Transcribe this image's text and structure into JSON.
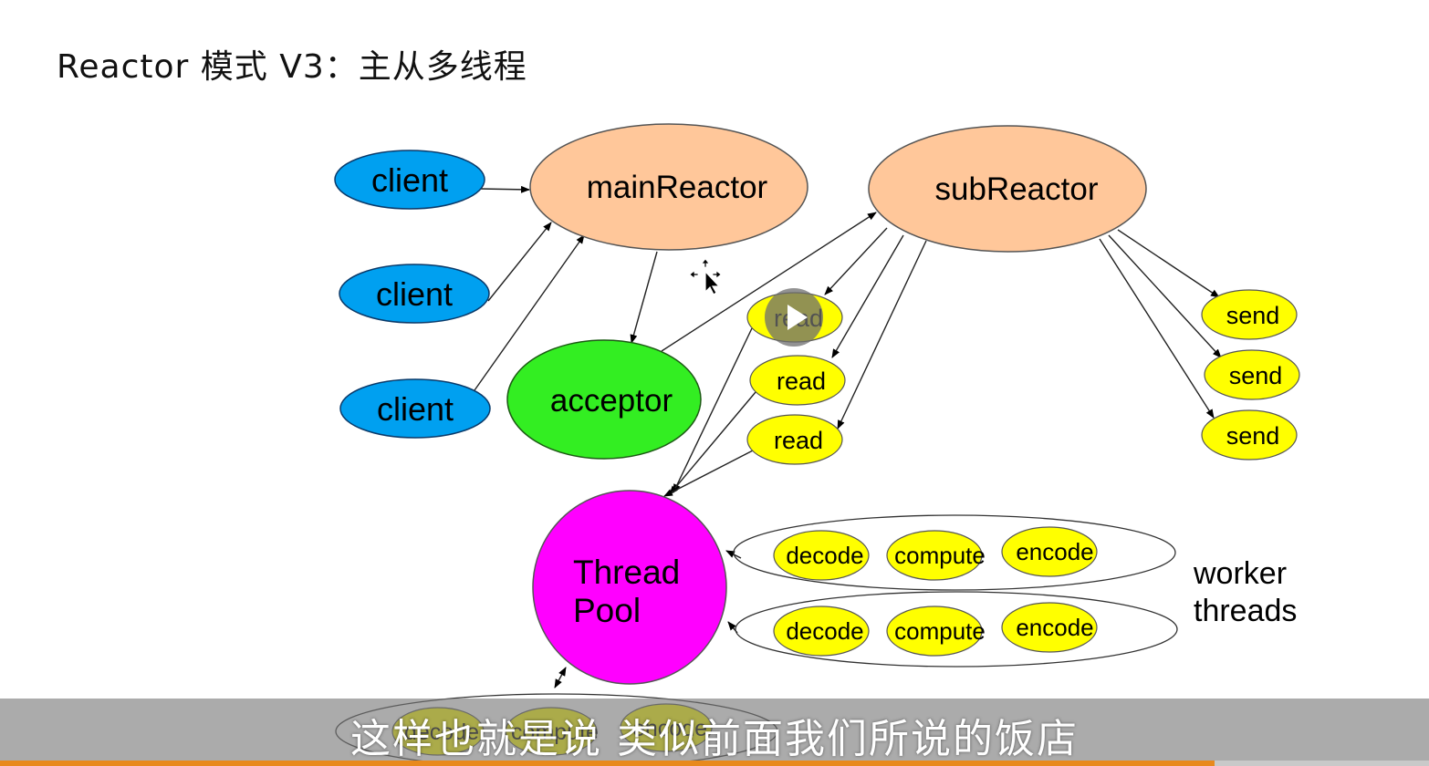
{
  "title": "Reactor 模式 V3：主从多线程",
  "nodes": {
    "client_1": "client",
    "client_2": "client",
    "client_3": "client",
    "main_reactor": "mainReactor",
    "sub_reactor": "subReactor",
    "acceptor": "acceptor",
    "read_1": "read",
    "read_2": "read",
    "read_3": "read",
    "send_1": "send",
    "send_2": "send",
    "send_3": "send",
    "thread_pool_line1": "Thread",
    "thread_pool_line2": "Pool",
    "worker_threads_line1": "worker",
    "worker_threads_line2": "threads",
    "group_1": [
      "decode",
      "compute",
      "encode"
    ],
    "group_2": [
      "decode",
      "compute",
      "encode"
    ],
    "group_3": [
      "decode",
      "compute",
      "encode"
    ]
  },
  "colors": {
    "client": "#00a0f0",
    "reactor": "#ffc79a",
    "acceptor": "#33ee22",
    "worker_task": "#ffff00",
    "thread_pool": "#ff00ff",
    "progress": "#e8891d"
  },
  "subtitle": "这样也就是说 类似前面我们所说的饭店",
  "player": {
    "play_icon": "play-icon",
    "cursor_icon": "move-cursor-icon",
    "progress": 0.85
  }
}
